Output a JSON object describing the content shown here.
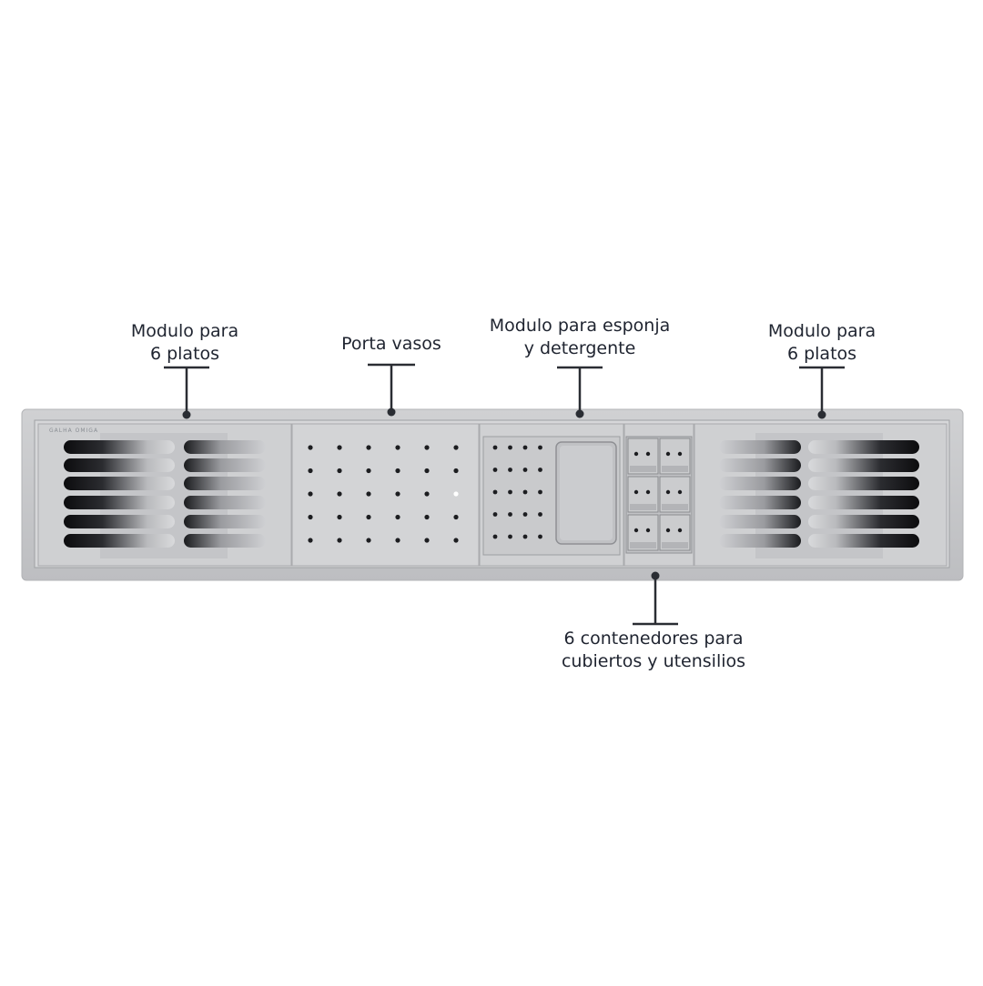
{
  "brand_mark": "GALHA OMIGA",
  "callouts": [
    {
      "id": "left-plates",
      "lines": [
        "Modulo para",
        "6 platos"
      ]
    },
    {
      "id": "cup-holder",
      "lines": [
        "Porta vasos"
      ]
    },
    {
      "id": "sponge",
      "lines": [
        "Modulo para esponja",
        "y detergente"
      ]
    },
    {
      "id": "right-plates",
      "lines": [
        "Modulo para",
        "6 platos"
      ]
    },
    {
      "id": "containers",
      "lines": [
        "6 contenedores para",
        "cubiertos y utensilios"
      ]
    }
  ],
  "colors": {
    "tray_frame": "#c7c8ca",
    "tray_inner": "#d6d7d9",
    "module_face": "#cfd0d2",
    "hole": "#1c1d20",
    "leader": "#2a2d33",
    "text": "#1f2430"
  }
}
